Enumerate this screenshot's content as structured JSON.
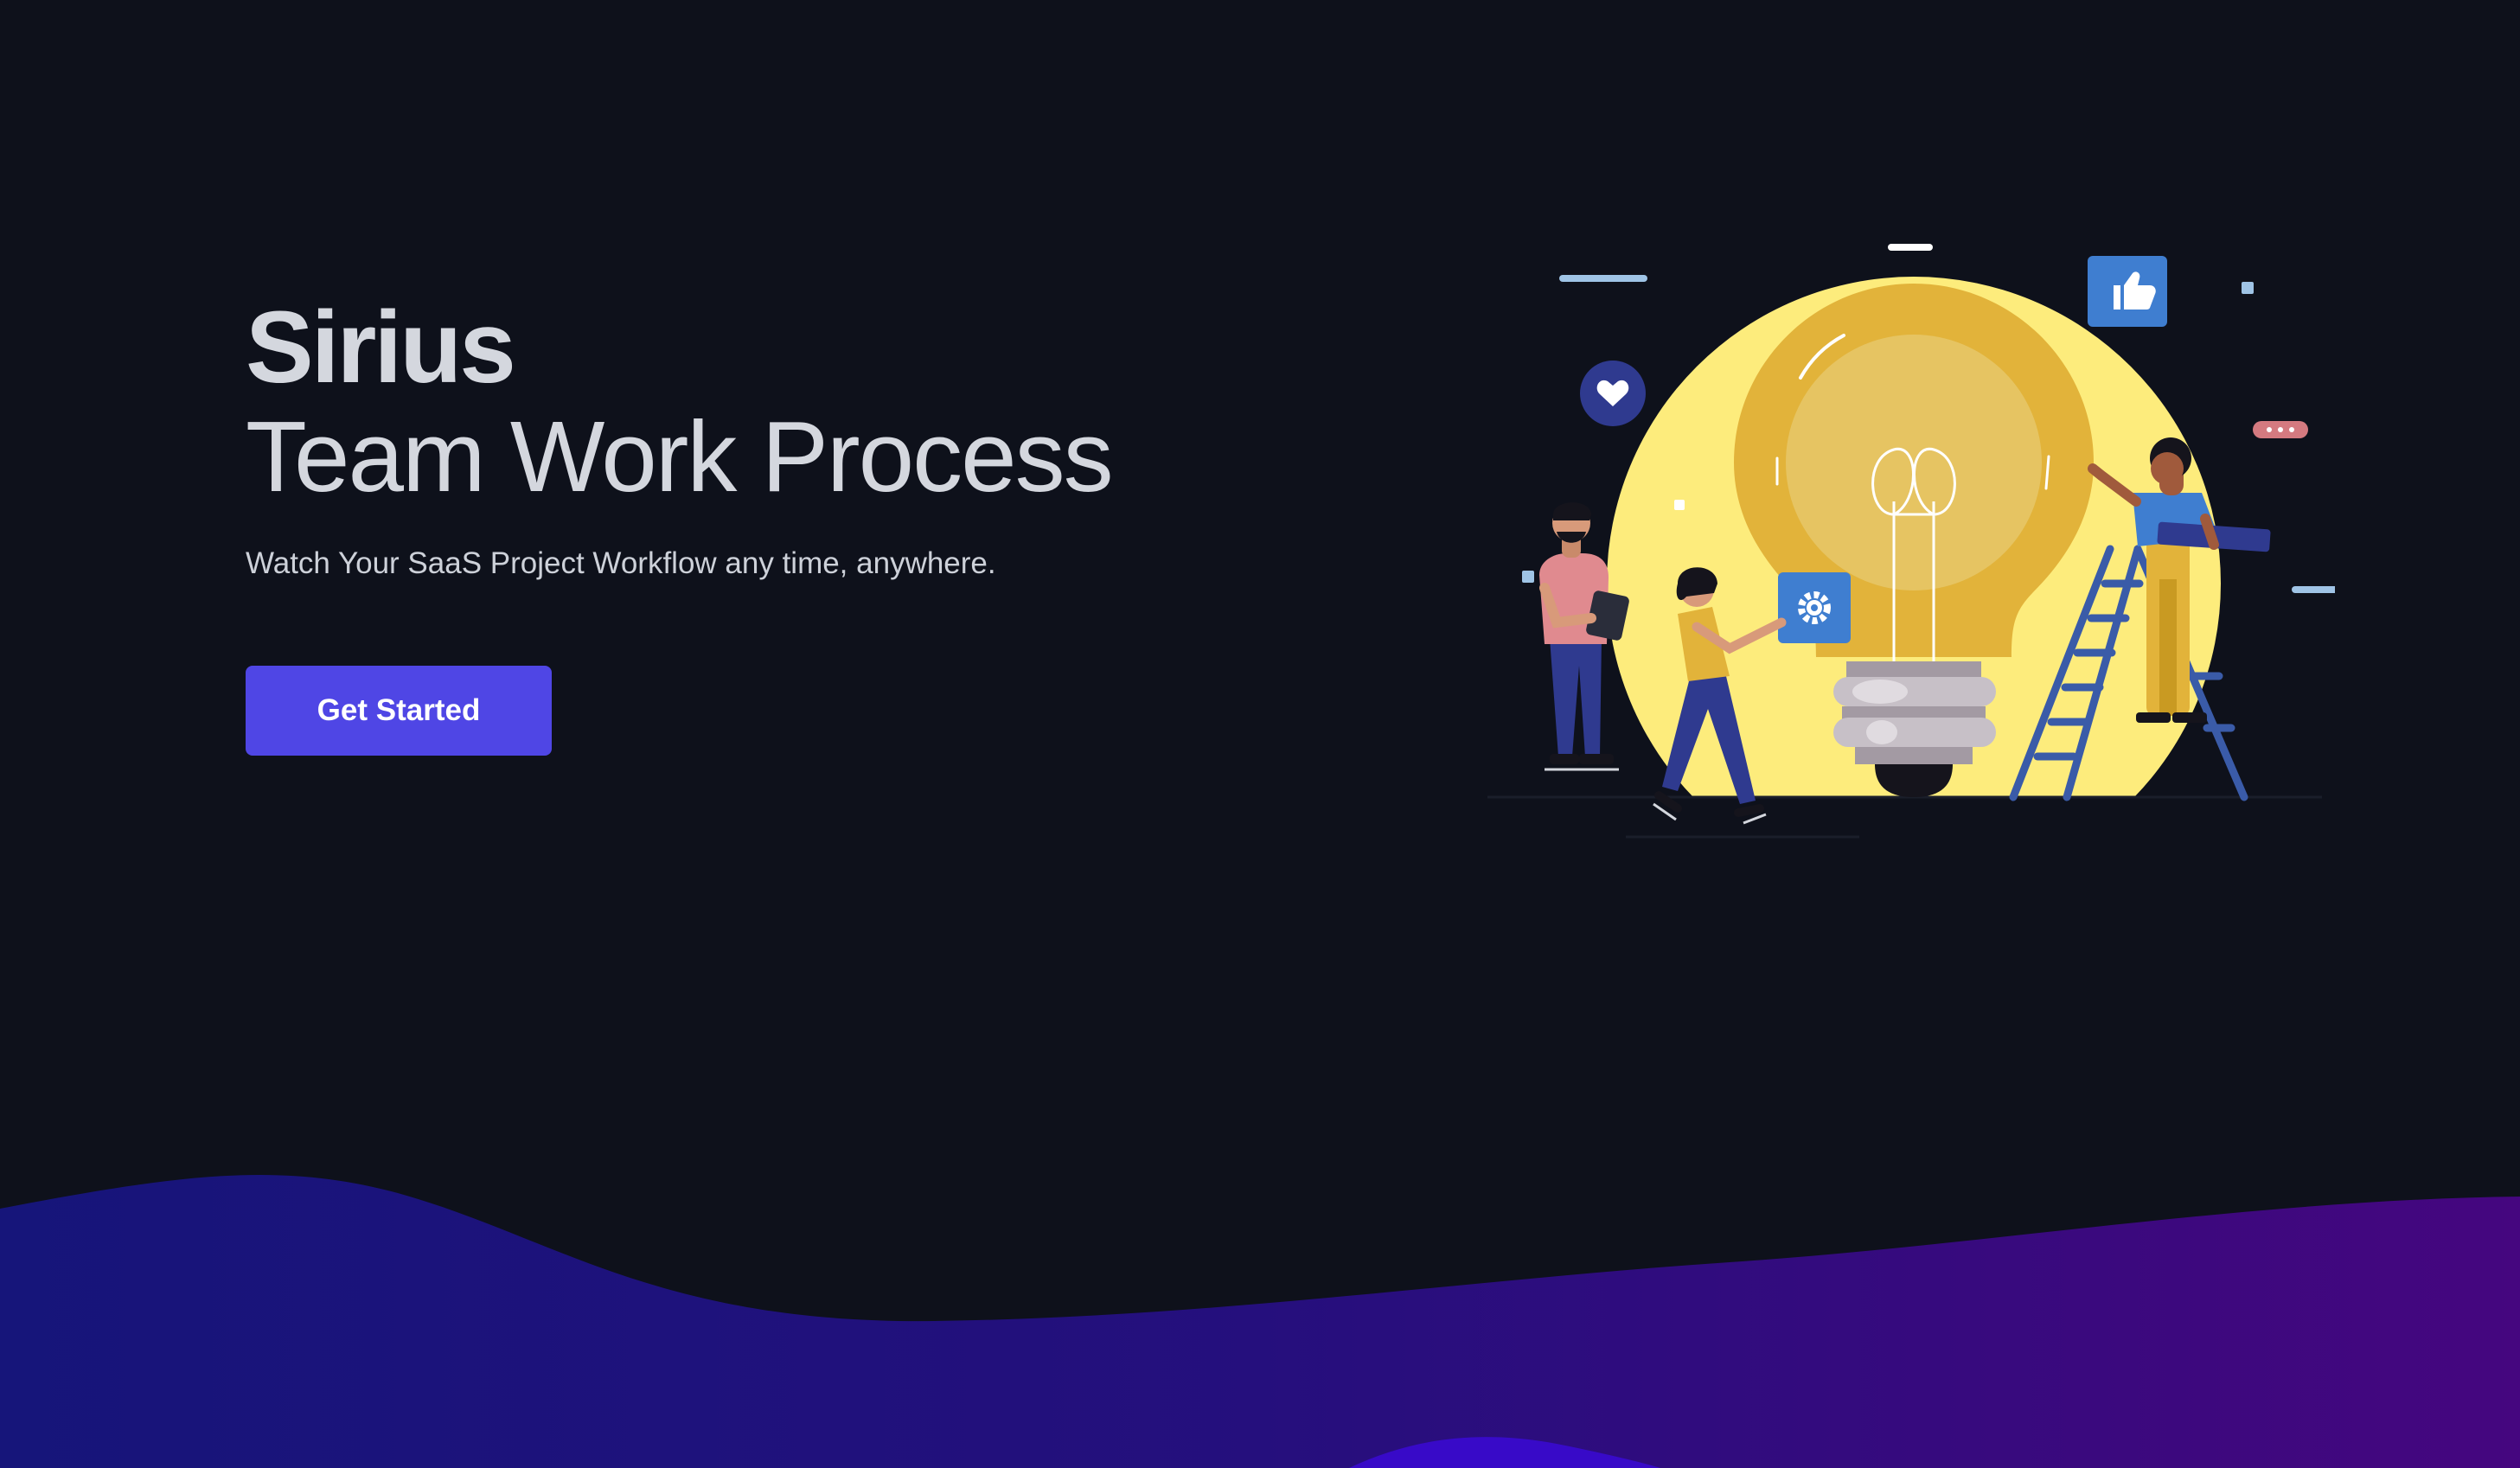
{
  "hero": {
    "brand": "Sirius",
    "headline": "Team Work Process",
    "subtitle": "Watch Your SaaS Project Workflow any time, anywhere.",
    "cta_label": "Get Started"
  },
  "illustration": {
    "icons": [
      "heart-icon",
      "thumbs-up-icon",
      "gear-icon",
      "chat-dots-icon",
      "lightbulb-icon"
    ]
  },
  "colors": {
    "background": "#0e111b",
    "text": "#d4d7de",
    "accent": "#4f46e5",
    "bulb_glow": "#fdec7c",
    "bulb": "#e2b33a",
    "wave_start": "#16157a",
    "wave_end": "#45067f"
  }
}
